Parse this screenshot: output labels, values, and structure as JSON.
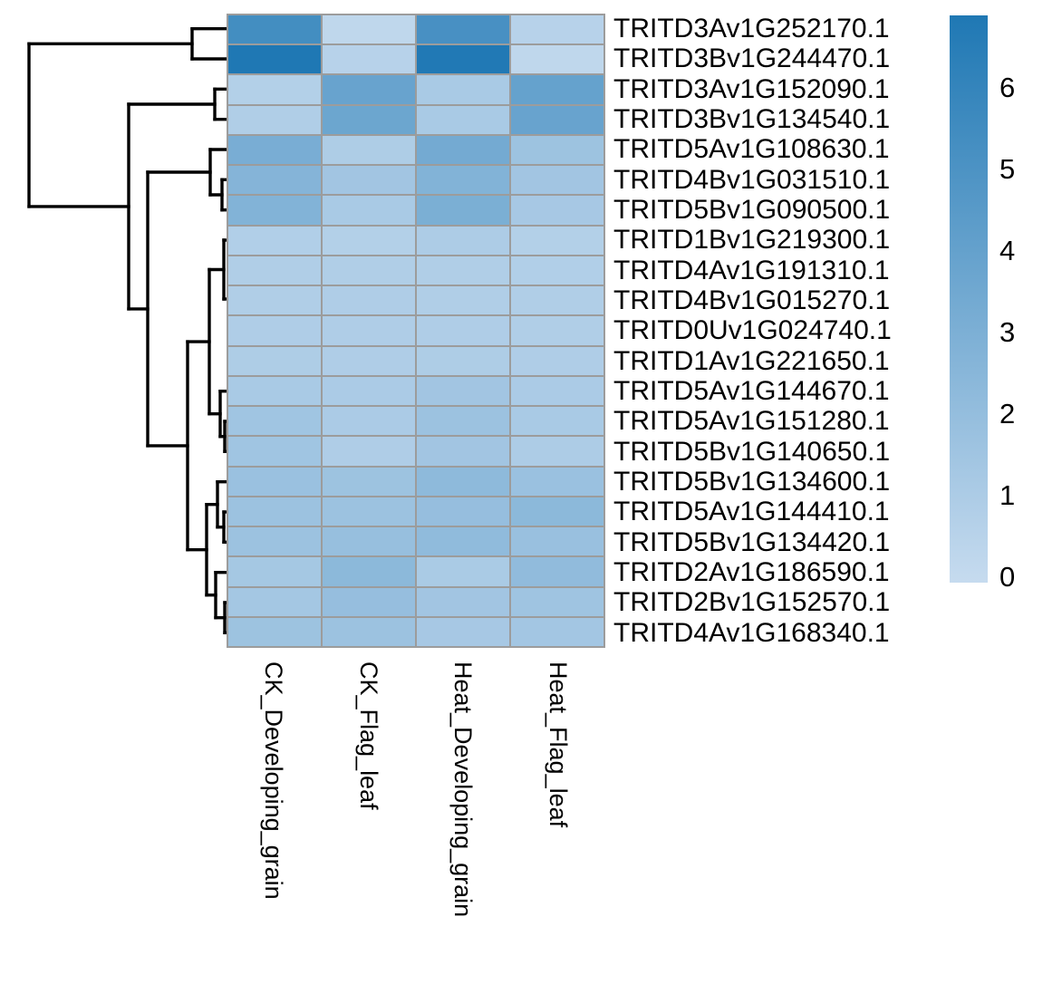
{
  "chart_data": {
    "type": "heatmap",
    "title": "",
    "columns": [
      "CK_Developing_grain",
      "CK_Flag_leaf",
      "Heat_Developing_grain",
      "Heat_Flag_leaf"
    ],
    "rows": [
      "TRITD3Av1G252170.1",
      "TRITD3Bv1G244470.1",
      "TRITD3Av1G152090.1",
      "TRITD3Bv1G134540.1",
      "TRITD5Av1G108630.1",
      "TRITD4Bv1G031510.1",
      "TRITD5Bv1G090500.1",
      "TRITD1Bv1G219300.1",
      "TRITD4Av1G191310.1",
      "TRITD4Bv1G015270.1",
      "TRITD0Uv1G024740.1",
      "TRITD1Av1G221650.1",
      "TRITD5Av1G144670.1",
      "TRITD5Av1G151280.1",
      "TRITD5Bv1G140650.1",
      "TRITD5Bv1G134600.1",
      "TRITD5Av1G144410.1",
      "TRITD5Bv1G134420.1",
      "TRITD2Av1G186590.1",
      "TRITD2Bv1G152570.1",
      "TRITD4Av1G168340.1"
    ],
    "values": [
      [
        5.4,
        0.3,
        5.2,
        0.6
      ],
      [
        6.9,
        0.6,
        6.8,
        0.3
      ],
      [
        0.8,
        3.9,
        1.2,
        4.0
      ],
      [
        0.9,
        3.7,
        1.2,
        3.9
      ],
      [
        3.2,
        1.0,
        3.4,
        1.7
      ],
      [
        2.7,
        1.5,
        2.8,
        1.5
      ],
      [
        2.8,
        1.2,
        3.1,
        1.3
      ],
      [
        0.85,
        0.8,
        1.05,
        0.8
      ],
      [
        0.9,
        0.9,
        0.9,
        0.85
      ],
      [
        0.9,
        0.95,
        0.9,
        0.9
      ],
      [
        0.95,
        0.95,
        0.95,
        0.9
      ],
      [
        1.0,
        0.95,
        1.0,
        0.95
      ],
      [
        1.2,
        1.1,
        1.5,
        1.1
      ],
      [
        1.55,
        1.1,
        1.75,
        1.2
      ],
      [
        1.55,
        0.95,
        1.5,
        1.05
      ],
      [
        1.8,
        1.7,
        2.3,
        1.8
      ],
      [
        1.75,
        1.75,
        2.0,
        2.4
      ],
      [
        1.75,
        1.95,
        2.25,
        1.85
      ],
      [
        1.35,
        2.4,
        1.15,
        2.2
      ],
      [
        1.4,
        2.0,
        1.5,
        1.6
      ],
      [
        1.7,
        1.75,
        1.3,
        1.45
      ]
    ],
    "colorbar": {
      "vmin": 0,
      "vmax": 6.9,
      "tick_labels": [
        "6",
        "5",
        "4",
        "3",
        "2",
        "1",
        "0"
      ],
      "tick_values": [
        6,
        5,
        4,
        3,
        2,
        1,
        0
      ],
      "color_low": "#C6DBEF",
      "color_high": "#1F78B4"
    },
    "grid_line_color": "#9c9c9c",
    "dendrogram": {
      "line_color": "#000000",
      "segments": [
        [
          212,
          31.7,
          250,
          31.7
        ],
        [
          212,
          65,
          250,
          65
        ],
        [
          212,
          31.7,
          212,
          65
        ],
        [
          32,
          48.3,
          212,
          48.3
        ],
        [
          32,
          48.3,
          32,
          227.9
        ],
        [
          32,
          227.9,
          142,
          227.9
        ],
        [
          142,
          115,
          142,
          340.9
        ],
        [
          142,
          115,
          237,
          115
        ],
        [
          237,
          98.3,
          237,
          131.7
        ],
        [
          237,
          98.3,
          250,
          98.3
        ],
        [
          237,
          131.7,
          250,
          131.7
        ],
        [
          142,
          340.9,
          163,
          340.9
        ],
        [
          163,
          190,
          163,
          491.9
        ],
        [
          163,
          190,
          232,
          190
        ],
        [
          232,
          165,
          232,
          215
        ],
        [
          232,
          165,
          250,
          165
        ],
        [
          232,
          215,
          245,
          215
        ],
        [
          245,
          198.3,
          245,
          231.7
        ],
        [
          245,
          198.3,
          250,
          198.3
        ],
        [
          245,
          231.7,
          250,
          231.7
        ],
        [
          163,
          491.9,
          207,
          491.9
        ],
        [
          207,
          377.1,
          207,
          606.7
        ],
        [
          207,
          377.1,
          231,
          377.1
        ],
        [
          231,
          297.5,
          231,
          456.7
        ],
        [
          231,
          297.5,
          247,
          297.5
        ],
        [
          247,
          265,
          247,
          330
        ],
        [
          247,
          265,
          250,
          265
        ],
        [
          247,
          330,
          250,
          330
        ],
        [
          231,
          456.7,
          243,
          456.7
        ],
        [
          243,
          431.7,
          243,
          481.7
        ],
        [
          243,
          431.7,
          250,
          431.7
        ],
        [
          243,
          481.7,
          248,
          481.7
        ],
        [
          248,
          465,
          248,
          498.3
        ],
        [
          248,
          465,
          250,
          465
        ],
        [
          248,
          498.3,
          250,
          498.3
        ],
        [
          207,
          606.7,
          228,
          606.7
        ],
        [
          228,
          556.7,
          228,
          656.7
        ],
        [
          228,
          556.7,
          240,
          556.7
        ],
        [
          240,
          531.7,
          240,
          581.7
        ],
        [
          240,
          531.7,
          250,
          531.7
        ],
        [
          240,
          581.7,
          247,
          581.7
        ],
        [
          247,
          565,
          247,
          598.3
        ],
        [
          247,
          565,
          250,
          565
        ],
        [
          247,
          598.3,
          250,
          598.3
        ],
        [
          228,
          656.7,
          238,
          656.7
        ],
        [
          238,
          631.7,
          238,
          681.7
        ],
        [
          238,
          631.7,
          250,
          631.7
        ],
        [
          238,
          681.7,
          248,
          681.7
        ],
        [
          248,
          665,
          248,
          698.3
        ],
        [
          248,
          665,
          250,
          665
        ],
        [
          248,
          698.3,
          250,
          698.3
        ]
      ]
    }
  }
}
